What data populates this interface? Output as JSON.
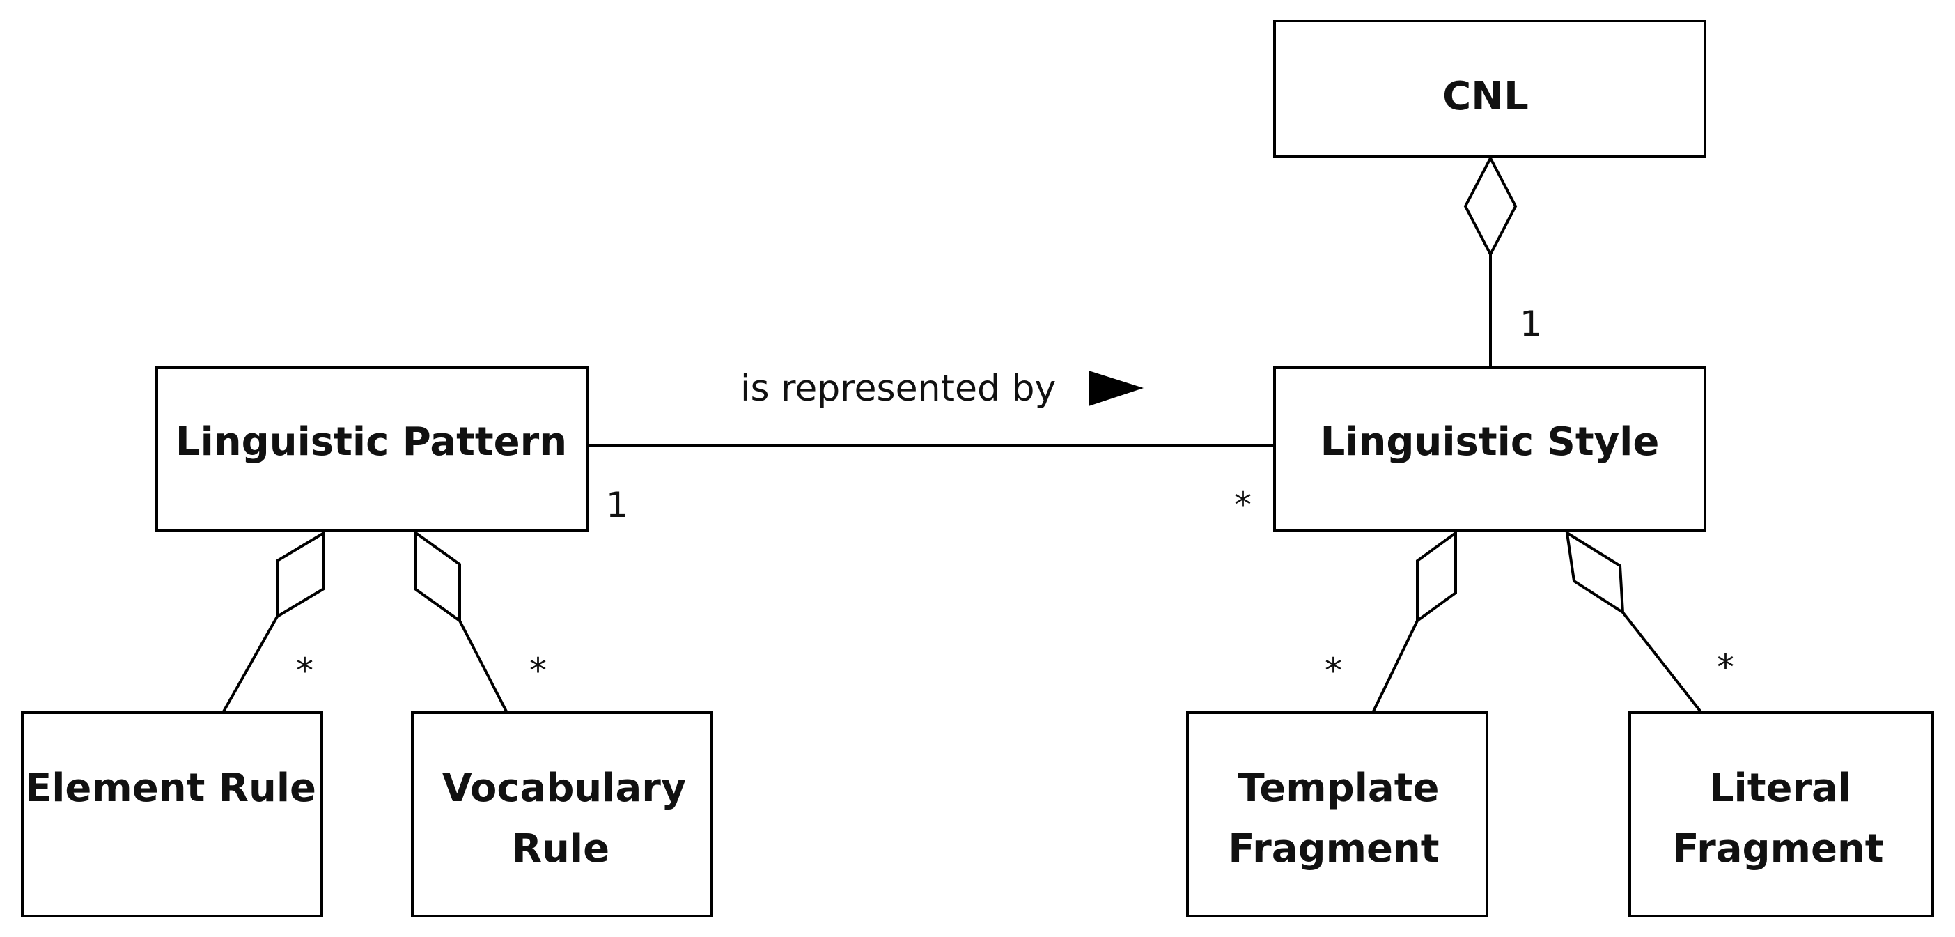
{
  "classes": {
    "cnl": {
      "lines": [
        "CNL"
      ]
    },
    "linguistic_pattern": {
      "lines": [
        "Linguistic Pattern"
      ]
    },
    "linguistic_style": {
      "lines": [
        "Linguistic Style"
      ]
    },
    "element_rule": {
      "lines": [
        "Element Rule"
      ]
    },
    "vocabulary_rule": {
      "lines": [
        "Vocabulary",
        "Rule"
      ]
    },
    "template_fragment": {
      "lines": [
        "Template",
        "Fragment"
      ]
    },
    "literal_fragment": {
      "lines": [
        "Literal",
        "Fragment"
      ]
    }
  },
  "association": {
    "label": "is represented by",
    "source_multiplicity": "1",
    "target_multiplicity": "*"
  },
  "aggregations": {
    "cnl_style_multiplicity": "1",
    "pattern_element_multiplicity": "*",
    "pattern_vocabulary_multiplicity": "*",
    "style_template_multiplicity": "*",
    "style_literal_multiplicity": "*"
  }
}
